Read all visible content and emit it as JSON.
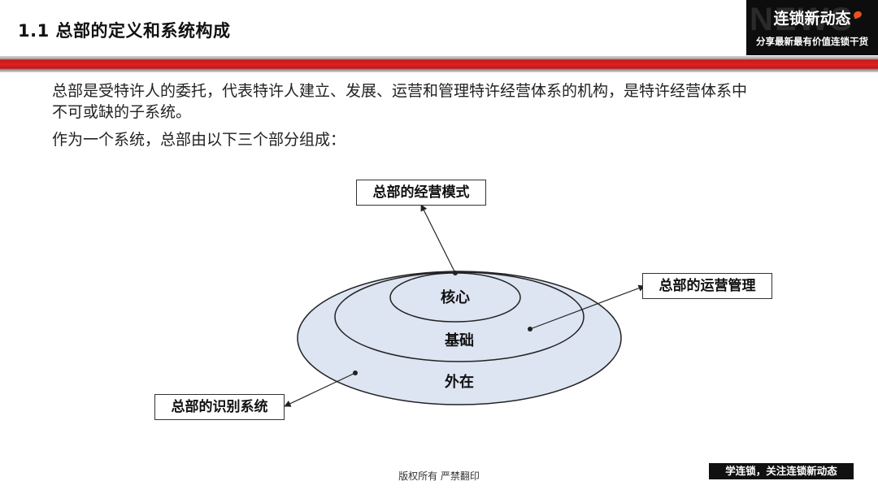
{
  "header": {
    "title": "1.1 总部的定义和系统构成",
    "brand_name": "连锁新动态",
    "brand_watermark": "NEWS",
    "brand_tagline": "分享最新最有价值连锁干货"
  },
  "body": {
    "paragraph_line1": "总部是受特许人的委托，代表特许人建立、发展、运营和管理特许经营体系的机构，是特许经营体系中",
    "paragraph_line2": "不可或缺的子系统。",
    "intro": "作为一个系统，总部由以下三个部分组成："
  },
  "diagram": {
    "rings": {
      "inner": "核心",
      "middle": "基础",
      "outer": "外在"
    },
    "labels": {
      "business_model": "总部的经营模式",
      "operations": "总部的运营管理",
      "identity": "总部的识别系统"
    },
    "colors": {
      "ring_fill": "#dde4f2",
      "ring_stroke": "#222222"
    }
  },
  "footer": {
    "copyright": "版权所有 严禁翻印",
    "badge": "学连锁，关注连锁新动态"
  }
}
